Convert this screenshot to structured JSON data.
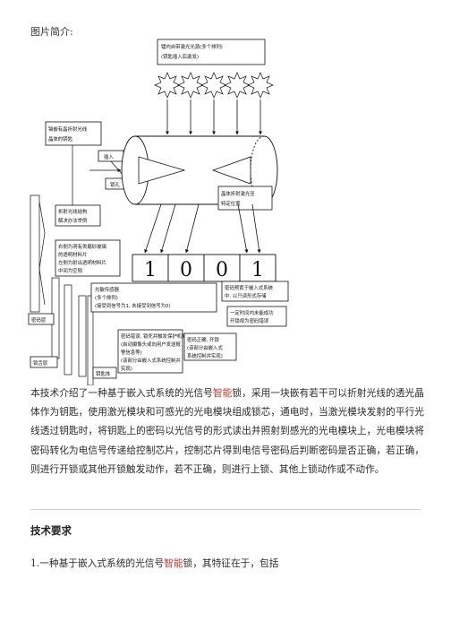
{
  "caption": "图片简介:",
  "figure": {
    "source_label": [
      "镭内自带激光光源(多个排列)",
      "(钥匙插入后激发)"
    ],
    "crystal_label": [
      "镶嵌有晶折射光线",
      "晶体的钥匙"
    ],
    "insert_label": "插入",
    "keyhole_label": "锁孔",
    "refraction_label": [
      "折射光线结构",
      "解决办法举例"
    ],
    "crystal_fixed_label": [
      "晶体折射激光至",
      "特定位置"
    ],
    "material_label": [
      "右侧为洞有类磨砂玻璃",
      "的透明材料片",
      "左侧为射出透明材料片",
      "中间为空隙"
    ],
    "digits": [
      "1",
      "0",
      "0",
      "1"
    ],
    "sensor_label": [
      "光敏传感器",
      "(多个排列)",
      "(接受到信号为1, 未接受到信号为0)"
    ],
    "password_label": [
      "密码预置于嵌入式系统",
      "中, 以只读形式存储"
    ],
    "unlock_time_label": [
      "一定时间内未能成功",
      "开锁视为密码错误"
    ],
    "password_layer": "密码层",
    "wrong_label": [
      "密码错误, 锁死并触发保护机制",
      "(启动摄像头或向用户发送报",
      "警信息等)",
      "(该部分由嵌入式系统控制并",
      "实现)"
    ],
    "right_label": [
      "密码正确, 开锁",
      "(该部分由嵌入式",
      "系统控制并实现)"
    ],
    "lock_layer": "锁舌层",
    "key_body_label": "钥匙体"
  },
  "paragraph": {
    "before": "本技术介绍了一种基于嵌入式系统的光信号",
    "highlight": "智能",
    "after": "锁，采用一块嵌有若干可以折射光线的透光晶体作为钥匙，使用激光模块和可感光的光电模块组成锁芯，通电时，当激光模块发射的平行光线透过钥匙时，将钥匙上的密码以光信号的形式读出并照射到感光的光电模块上，光电模块将密码转化为电信号传递给控制芯片，控制芯片得到电信号密码后判断密码是否正确，若正确，则进行开锁或其他开锁触发动作，若不正确，则进行上锁、其他上锁动作或不动作。"
  },
  "section_heading": "技术要求",
  "claim": {
    "before": "1.一种基于嵌入式系统的光信号",
    "highlight": "智能",
    "after": "锁，其特征在于，包括"
  }
}
